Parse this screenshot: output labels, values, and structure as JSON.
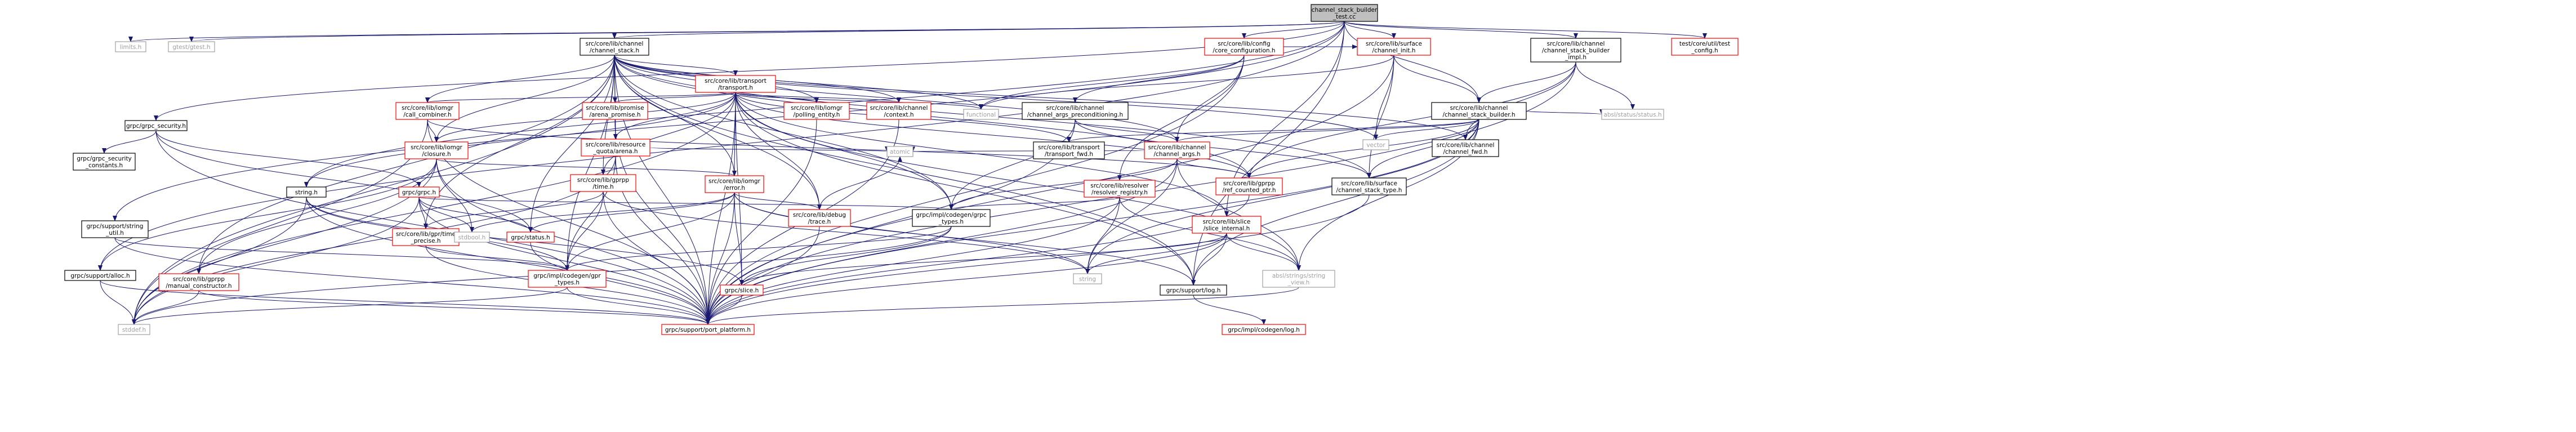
{
  "colors": {
    "edge": "#191970",
    "root_fill": "#bfbfbf",
    "red_text": "#ff0000",
    "gray_text": "#a0a0a0",
    "black": "#000000",
    "white": "#ffffff"
  },
  "root": "channel_stack_builder_test",
  "nodes": [
    {
      "id": "channel_stack_builder_test",
      "lines": [
        "channel_stack_builder",
        "_test.cc"
      ],
      "style": "root"
    },
    {
      "id": "limits",
      "lines": [
        "limits.h"
      ],
      "style": "gray"
    },
    {
      "id": "gtest",
      "lines": [
        "gtest/gtest.h"
      ],
      "style": "gray"
    },
    {
      "id": "channel_stack",
      "lines": [
        "src/core/lib/channel",
        "/channel_stack.h"
      ],
      "style": "black"
    },
    {
      "id": "config",
      "lines": [
        "src/core/lib/config",
        "/core_configuration.h"
      ],
      "style": "red"
    },
    {
      "id": "surface_channel_init",
      "lines": [
        "src/core/lib/surface",
        "/channel_init.h"
      ],
      "style": "red"
    },
    {
      "id": "csb_impl",
      "lines": [
        "src/core/lib/channel",
        "/channel_stack_builder",
        "_impl.h"
      ],
      "style": "black"
    },
    {
      "id": "test_config",
      "lines": [
        "test/core/util/test",
        "_config.h"
      ],
      "style": "red"
    },
    {
      "id": "grpc_security",
      "lines": [
        "grpc/grpc_security.h"
      ],
      "style": "black"
    },
    {
      "id": "grpc_security_constants",
      "lines": [
        "grpc/grpc_security",
        "_constants.h"
      ],
      "style": "black"
    },
    {
      "id": "transport",
      "lines": [
        "src/core/lib/transport",
        "/transport.h"
      ],
      "style": "red"
    },
    {
      "id": "call_combiner",
      "lines": [
        "src/core/lib/iomgr",
        "/call_combiner.h"
      ],
      "style": "red"
    },
    {
      "id": "closure",
      "lines": [
        "src/core/lib/iomgr",
        "/closure.h"
      ],
      "style": "red"
    },
    {
      "id": "arena_promise",
      "lines": [
        "src/core/lib/promise",
        "/arena_promise.h"
      ],
      "style": "red"
    },
    {
      "id": "resource_quota_arena",
      "lines": [
        "src/core/lib/resource",
        "_quota/arena.h"
      ],
      "style": "red"
    },
    {
      "id": "polling_entity",
      "lines": [
        "src/core/lib/iomgr",
        "/polling_entity.h"
      ],
      "style": "red"
    },
    {
      "id": "context",
      "lines": [
        "src/core/lib/channel",
        "/context.h"
      ],
      "style": "red"
    },
    {
      "id": "functional",
      "lines": [
        "functional"
      ],
      "style": "gray"
    },
    {
      "id": "args_precond",
      "lines": [
        "src/core/lib/channel",
        "/channel_args_preconditioning.h"
      ],
      "style": "black"
    },
    {
      "id": "csb",
      "lines": [
        "src/core/lib/channel",
        "/channel_stack_builder.h"
      ],
      "style": "black"
    },
    {
      "id": "abseil_status",
      "lines": [
        "absl/status/status.h"
      ],
      "style": "gray"
    },
    {
      "id": "vector",
      "lines": [
        "vector"
      ],
      "style": "gray"
    },
    {
      "id": "channel_fwd",
      "lines": [
        "src/core/lib/channel",
        "/channel_fwd.h"
      ],
      "style": "black"
    },
    {
      "id": "transport_fwd",
      "lines": [
        "src/core/lib/transport",
        "/transport_fwd.h"
      ],
      "style": "black"
    },
    {
      "id": "channel_args",
      "lines": [
        "src/core/lib/channel",
        "/channel_args.h"
      ],
      "style": "red"
    },
    {
      "id": "resolver_registry",
      "lines": [
        "src/core/lib/resolver",
        "/resolver_registry.h"
      ],
      "style": "red"
    },
    {
      "id": "ref_counted_ptr",
      "lines": [
        "src/core/lib/gprpp",
        "/ref_counted_ptr.h"
      ],
      "style": "red"
    },
    {
      "id": "stack_type",
      "lines": [
        "src/core/lib/surface",
        "/channel_stack_type.h"
      ],
      "style": "black"
    },
    {
      "id": "atomic",
      "lines": [
        "atomic"
      ],
      "style": "gray"
    },
    {
      "id": "error",
      "lines": [
        "src/core/lib/iomgr",
        "/error.h"
      ],
      "style": "red"
    },
    {
      "id": "gprpp_time",
      "lines": [
        "src/core/lib/gprpp",
        "/time.h"
      ],
      "style": "red"
    },
    {
      "id": "debug_trace",
      "lines": [
        "src/core/lib/debug",
        "/trace.h"
      ],
      "style": "red"
    },
    {
      "id": "codegen_grpc_types",
      "lines": [
        "grpc/impl/codegen/grpc",
        "_types.h"
      ],
      "style": "black"
    },
    {
      "id": "slice_internal",
      "lines": [
        "src/core/lib/slice",
        "/slice_internal.h"
      ],
      "style": "red"
    },
    {
      "id": "string_h",
      "lines": [
        "string.h"
      ],
      "style": "black"
    },
    {
      "id": "grpc_h",
      "lines": [
        "grpc/grpc.h"
      ],
      "style": "red"
    },
    {
      "id": "time_precise",
      "lines": [
        "src/core/lib/gpr/time",
        "_precise.h"
      ],
      "style": "red"
    },
    {
      "id": "stdbool",
      "lines": [
        "stdbool.h"
      ],
      "style": "gray"
    },
    {
      "id": "grpc_status",
      "lines": [
        "grpc/status.h"
      ],
      "style": "red"
    },
    {
      "id": "string_util",
      "lines": [
        "grpc/support/string",
        "_util.h"
      ],
      "style": "black"
    },
    {
      "id": "gpr_types",
      "lines": [
        "grpc/impl/codegen/gpr",
        "_types.h"
      ],
      "style": "red"
    },
    {
      "id": "alloc",
      "lines": [
        "grpc/support/alloc.h"
      ],
      "style": "black"
    },
    {
      "id": "manual_constructor",
      "lines": [
        "src/core/lib/gprpp",
        "/manual_constructor.h"
      ],
      "style": "red"
    },
    {
      "id": "stddef",
      "lines": [
        "stddef.h"
      ],
      "style": "gray"
    },
    {
      "id": "port_platform",
      "lines": [
        "grpc/support/port_platform.h"
      ],
      "style": "red"
    },
    {
      "id": "grpc_slice",
      "lines": [
        "grpc/slice.h"
      ],
      "style": "red"
    },
    {
      "id": "string_std",
      "lines": [
        "string"
      ],
      "style": "gray"
    },
    {
      "id": "support_log",
      "lines": [
        "grpc/support/log.h"
      ],
      "style": "black"
    },
    {
      "id": "string_view",
      "lines": [
        "absl/strings/string",
        "_view.h"
      ],
      "style": "gray"
    },
    {
      "id": "codegen_log",
      "lines": [
        "grpc/impl/codegen/log.h"
      ],
      "style": "red"
    }
  ],
  "edges": [
    [
      "channel_stack_builder_test",
      "limits"
    ],
    [
      "channel_stack_builder_test",
      "gtest"
    ],
    [
      "channel_stack_builder_test",
      "channel_stack"
    ],
    [
      "channel_stack_builder_test",
      "config"
    ],
    [
      "channel_stack_builder_test",
      "surface_channel_init"
    ],
    [
      "channel_stack_builder_test",
      "csb_impl"
    ],
    [
      "channel_stack_builder_test",
      "test_config"
    ],
    [
      "channel_stack_builder_test",
      "grpc_security"
    ],
    [
      "channel_stack_builder_test",
      "string_h"
    ],
    [
      "channel_stack_builder_test",
      "string_util"
    ],
    [
      "channel_stack_builder_test",
      "alloc"
    ],
    [
      "channel_stack_builder_test",
      "csb"
    ],
    [
      "channel_stack_builder_test",
      "support_log"
    ],
    [
      "channel_stack_builder_test",
      "slice_internal"
    ],
    [
      "channel_stack",
      "transport"
    ],
    [
      "channel_stack",
      "call_combiner"
    ],
    [
      "channel_stack",
      "closure"
    ],
    [
      "channel_stack",
      "arena_promise"
    ],
    [
      "channel_stack",
      "resource_quota_arena"
    ],
    [
      "channel_stack",
      "polling_entity"
    ],
    [
      "channel_stack",
      "context"
    ],
    [
      "channel_stack",
      "functional"
    ],
    [
      "channel_stack",
      "vector"
    ],
    [
      "channel_stack",
      "channel_fwd"
    ],
    [
      "channel_stack",
      "channel_args"
    ],
    [
      "channel_stack",
      "ref_counted_ptr"
    ],
    [
      "channel_stack",
      "error"
    ],
    [
      "channel_stack",
      "gprpp_time"
    ],
    [
      "channel_stack",
      "debug_trace"
    ],
    [
      "channel_stack",
      "codegen_grpc_types"
    ],
    [
      "channel_stack",
      "stddef"
    ],
    [
      "channel_stack",
      "port_platform"
    ],
    [
      "channel_stack",
      "grpc_status"
    ],
    [
      "channel_stack",
      "support_log"
    ],
    [
      "channel_stack",
      "stack_type"
    ],
    [
      "channel_stack",
      "time_precise"
    ],
    [
      "channel_stack",
      "manual_constructor"
    ],
    [
      "channel_stack",
      "gpr_types"
    ],
    [
      "config",
      "args_precond"
    ],
    [
      "config",
      "surface_channel_init"
    ],
    [
      "config",
      "functional"
    ],
    [
      "config",
      "resolver_registry"
    ],
    [
      "config",
      "channel_args"
    ],
    [
      "config",
      "port_platform"
    ],
    [
      "surface_channel_init",
      "csb"
    ],
    [
      "surface_channel_init",
      "functional"
    ],
    [
      "surface_channel_init",
      "vector"
    ],
    [
      "surface_channel_init",
      "stack_type"
    ],
    [
      "surface_channel_init",
      "port_platform"
    ],
    [
      "csb_impl",
      "csb"
    ],
    [
      "csb_impl",
      "channel_fwd"
    ],
    [
      "csb_impl",
      "ref_counted_ptr"
    ],
    [
      "csb_impl",
      "abseil_status"
    ],
    [
      "csb_impl",
      "port_platform"
    ],
    [
      "grpc_security",
      "grpc_security_constants"
    ],
    [
      "grpc_security",
      "grpc_h"
    ],
    [
      "grpc_security",
      "grpc_status"
    ],
    [
      "grpc_security",
      "port_platform"
    ],
    [
      "transport",
      "call_combiner"
    ],
    [
      "transport",
      "closure"
    ],
    [
      "transport",
      "arena_promise"
    ],
    [
      "transport",
      "resource_quota_arena"
    ],
    [
      "transport",
      "polling_entity"
    ],
    [
      "transport",
      "context"
    ],
    [
      "transport",
      "functional"
    ],
    [
      "transport",
      "transport_fwd"
    ],
    [
      "transport",
      "ref_counted_ptr"
    ],
    [
      "transport",
      "error"
    ],
    [
      "transport",
      "gprpp_time"
    ],
    [
      "transport",
      "debug_trace"
    ],
    [
      "transport",
      "codegen_grpc_types"
    ],
    [
      "transport",
      "slice_internal"
    ],
    [
      "transport",
      "string_h"
    ],
    [
      "transport",
      "grpc_slice"
    ],
    [
      "transport",
      "support_log"
    ],
    [
      "transport",
      "port_platform"
    ],
    [
      "transport",
      "string_view"
    ],
    [
      "transport",
      "stddef"
    ],
    [
      "call_combiner",
      "closure"
    ],
    [
      "call_combiner",
      "ref_counted_ptr"
    ],
    [
      "call_combiner",
      "stddef"
    ],
    [
      "call_combiner",
      "port_platform"
    ],
    [
      "closure",
      "error"
    ],
    [
      "closure",
      "manual_constructor"
    ],
    [
      "closure",
      "stdbool"
    ],
    [
      "closure",
      "alloc"
    ],
    [
      "closure",
      "stddef"
    ],
    [
      "closure",
      "port_platform"
    ],
    [
      "arena_promise",
      "resource_quota_arena"
    ],
    [
      "arena_promise",
      "port_platform"
    ],
    [
      "resource_quota_arena",
      "atomic"
    ],
    [
      "resource_quota_arena",
      "gpr_types"
    ],
    [
      "resource_quota_arena",
      "port_platform"
    ],
    [
      "resource_quota_arena",
      "stddef"
    ],
    [
      "polling_entity",
      "port_platform"
    ],
    [
      "context",
      "port_platform"
    ],
    [
      "args_precond",
      "channel_args"
    ],
    [
      "args_precond",
      "codegen_grpc_types"
    ],
    [
      "args_precond",
      "port_platform"
    ],
    [
      "args_precond",
      "stack_type"
    ],
    [
      "csb",
      "channel_args"
    ],
    [
      "csb",
      "channel_fwd"
    ],
    [
      "csb",
      "transport_fwd"
    ],
    [
      "csb",
      "ref_counted_ptr"
    ],
    [
      "csb",
      "stack_type"
    ],
    [
      "csb",
      "abseil_status"
    ],
    [
      "csb",
      "vector"
    ],
    [
      "csb",
      "string_std"
    ],
    [
      "csb",
      "string_view"
    ],
    [
      "csb",
      "port_platform"
    ],
    [
      "csb",
      "support_log"
    ],
    [
      "channel_args",
      "ref_counted_ptr"
    ],
    [
      "channel_args",
      "atomic"
    ],
    [
      "channel_args",
      "codegen_grpc_types"
    ],
    [
      "channel_args",
      "string_std"
    ],
    [
      "channel_args",
      "string_view"
    ],
    [
      "channel_args",
      "port_platform"
    ],
    [
      "resolver_registry",
      "codegen_grpc_types"
    ],
    [
      "resolver_registry",
      "string_std"
    ],
    [
      "resolver_registry",
      "string_view"
    ],
    [
      "resolver_registry",
      "port_platform"
    ],
    [
      "ref_counted_ptr",
      "port_platform"
    ],
    [
      "stack_type",
      "port_platform"
    ],
    [
      "error",
      "stdbool"
    ],
    [
      "error",
      "grpc_status"
    ],
    [
      "error",
      "grpc_slice"
    ],
    [
      "error",
      "debug_trace"
    ],
    [
      "error",
      "gpr_types"
    ],
    [
      "error",
      "support_log"
    ],
    [
      "error",
      "port_platform"
    ],
    [
      "error",
      "string_std"
    ],
    [
      "gprpp_time",
      "time_precise"
    ],
    [
      "gprpp_time",
      "gpr_types"
    ],
    [
      "gprpp_time",
      "string_std"
    ],
    [
      "gprpp_time",
      "port_platform"
    ],
    [
      "debug_trace",
      "atomic"
    ],
    [
      "debug_trace",
      "port_platform"
    ],
    [
      "codegen_grpc_types",
      "grpc_slice"
    ],
    [
      "codegen_grpc_types",
      "gpr_types"
    ],
    [
      "codegen_grpc_types",
      "stddef"
    ],
    [
      "slice_internal",
      "grpc_slice"
    ],
    [
      "slice_internal",
      "string_std"
    ],
    [
      "slice_internal",
      "string_view"
    ],
    [
      "slice_internal",
      "support_log"
    ],
    [
      "slice_internal",
      "port_platform"
    ],
    [
      "string_h",
      "gpr_types"
    ],
    [
      "string_h",
      "grpc_slice"
    ],
    [
      "string_h",
      "stddef"
    ],
    [
      "string_h",
      "port_platform"
    ],
    [
      "grpc_h",
      "grpc_status"
    ],
    [
      "grpc_h",
      "codegen_grpc_types"
    ],
    [
      "grpc_h",
      "time_precise"
    ],
    [
      "grpc_h",
      "stddef"
    ],
    [
      "grpc_h",
      "port_platform"
    ],
    [
      "grpc_h",
      "stdbool"
    ],
    [
      "time_precise",
      "gpr_types"
    ],
    [
      "time_precise",
      "port_platform"
    ],
    [
      "grpc_status",
      "port_platform"
    ],
    [
      "string_util",
      "gpr_types"
    ],
    [
      "string_util",
      "port_platform"
    ],
    [
      "gpr_types",
      "stddef"
    ],
    [
      "gpr_types",
      "port_platform"
    ],
    [
      "alloc",
      "stddef"
    ],
    [
      "alloc",
      "port_platform"
    ],
    [
      "manual_constructor",
      "stddef"
    ],
    [
      "manual_constructor",
      "port_platform"
    ],
    [
      "grpc_slice",
      "port_platform"
    ],
    [
      "support_log",
      "codegen_log"
    ],
    [
      "string_view",
      "port_platform"
    ]
  ]
}
